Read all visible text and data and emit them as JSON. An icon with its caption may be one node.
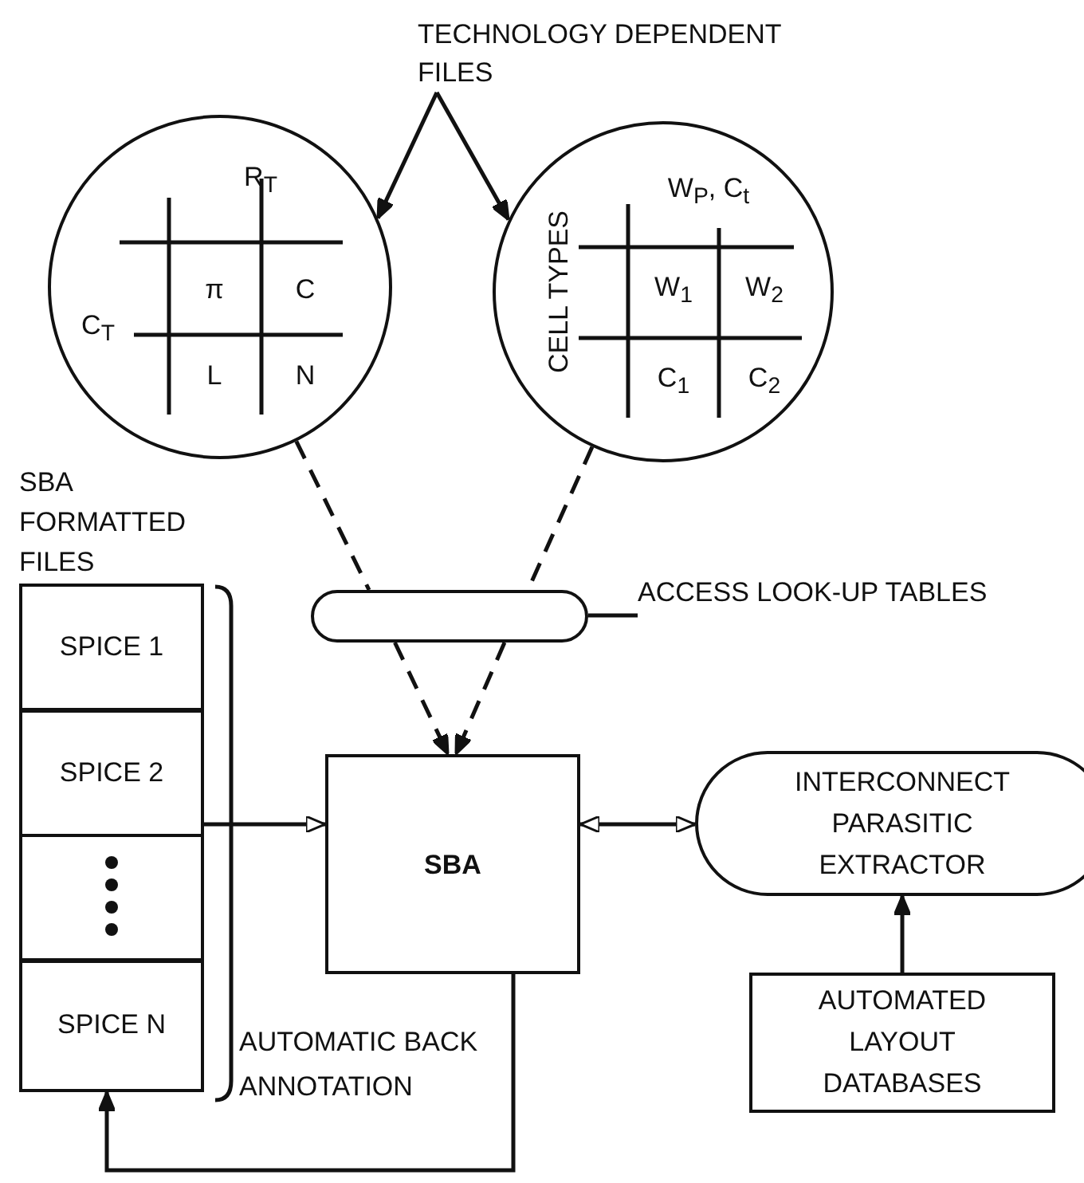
{
  "diagram": {
    "nodes": [
      {
        "text": [
          "TECHNOLOGY DEPENDENT FILES"
        ]
      },
      {
        "text": [
          "R$_{T}$",
          "π",
          "C",
          "C$_{T}$",
          "L",
          "N"
        ]
      },
      {
        "text": [
          "CELL TYPES",
          "W$_{P}$, C$_{t}$",
          "W$_{1}$",
          "W$_{2}$",
          "C$_{1}$",
          "C$_{2}$"
        ]
      },
      {
        "text": [
          "SBA FORMATTED FILES"
        ]
      },
      {
        "text": [
          "SPICE 1"
        ],
        "in": 3
      },
      {
        "text": [
          "SPICE 2"
        ],
        "in": 3
      },
      {
        "text": [],
        "shape": "box",
        "in": 3
      },
      {
        "text": [
          "SPICE N"
        ],
        "in": 3
      },
      {
        "text": [],
        "shape": "capsule"
      },
      {
        "text": [
          "ACCESS LOOK-UP TABLES"
        ]
      },
      {
        "text": [
          "SBA"
        ]
      },
      {
        "text": [
          "INTERCONNECT PARASITIC EXTRACTOR"
        ]
      },
      {
        "text": [
          "AUTOMATED LAYOUT DATABASES"
        ]
      }
    ],
    "edges": [
      {
        "from": 0,
        "to": 1,
        "arrow": "to"
      },
      {
        "from": 0,
        "to": 2,
        "arrow": "to"
      },
      {
        "from": 1,
        "to": 8,
        "arrow": "none",
        "style": "dashed"
      },
      {
        "from": 8,
        "to": 10,
        "arrow": "to",
        "style": "dashed"
      },
      {
        "from": 2,
        "to": 8,
        "arrow": "none",
        "style": "dashed"
      },
      {
        "from": 8,
        "to": 10,
        "arrow": "to",
        "style": "dashed"
      },
      {
        "from": 3,
        "to": 10,
        "arrow": "to"
      },
      {
        "from": 10,
        "to": 11,
        "arrow": "both"
      },
      {
        "from": 12,
        "to": 11,
        "arrow": "to"
      },
      {
        "from": 10,
        "to": 7,
        "arrow": "to",
        "label": "AUTOMATIC BACK ANNOTATION"
      },
      {
        "from": 9,
        "to": 8,
        "arrow": "none"
      }
    ]
  }
}
